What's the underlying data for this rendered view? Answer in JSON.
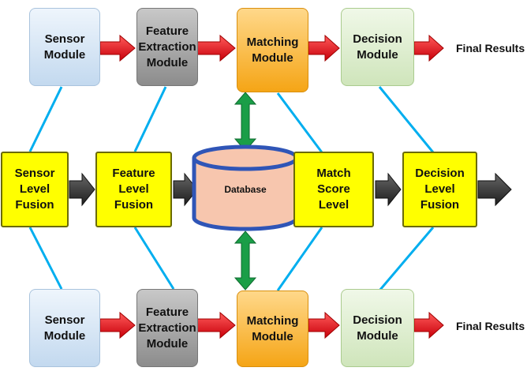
{
  "top_row": {
    "sensor": "Sensor\nModule",
    "feature": "Feature\nExtraction\nModule",
    "matching": "Matching\nModule",
    "decision": "Decision\nModule",
    "final": "Final Results"
  },
  "middle_row": {
    "sensor_fusion": "Sensor\nLevel\nFusion",
    "feature_fusion": "Feature\nLevel\nFusion",
    "database": "Database",
    "match_score": "Match\nScore\nLevel",
    "decision_fusion": "Decision\nLevel\nFusion"
  },
  "bottom_row": {
    "sensor": "Sensor\nModule",
    "feature": "Feature\nExtraction\nModule",
    "matching": "Matching\nModule",
    "decision": "Decision\nModule",
    "final": "Final Results"
  },
  "colors": {
    "connector": "#00aeef",
    "red_arrow": "#ee1c24",
    "black_arrow": "#3a3a3a",
    "green_arrow": "#1a9e47",
    "database_fill": "#f7c6ae",
    "database_stroke": "#2f55b7"
  }
}
